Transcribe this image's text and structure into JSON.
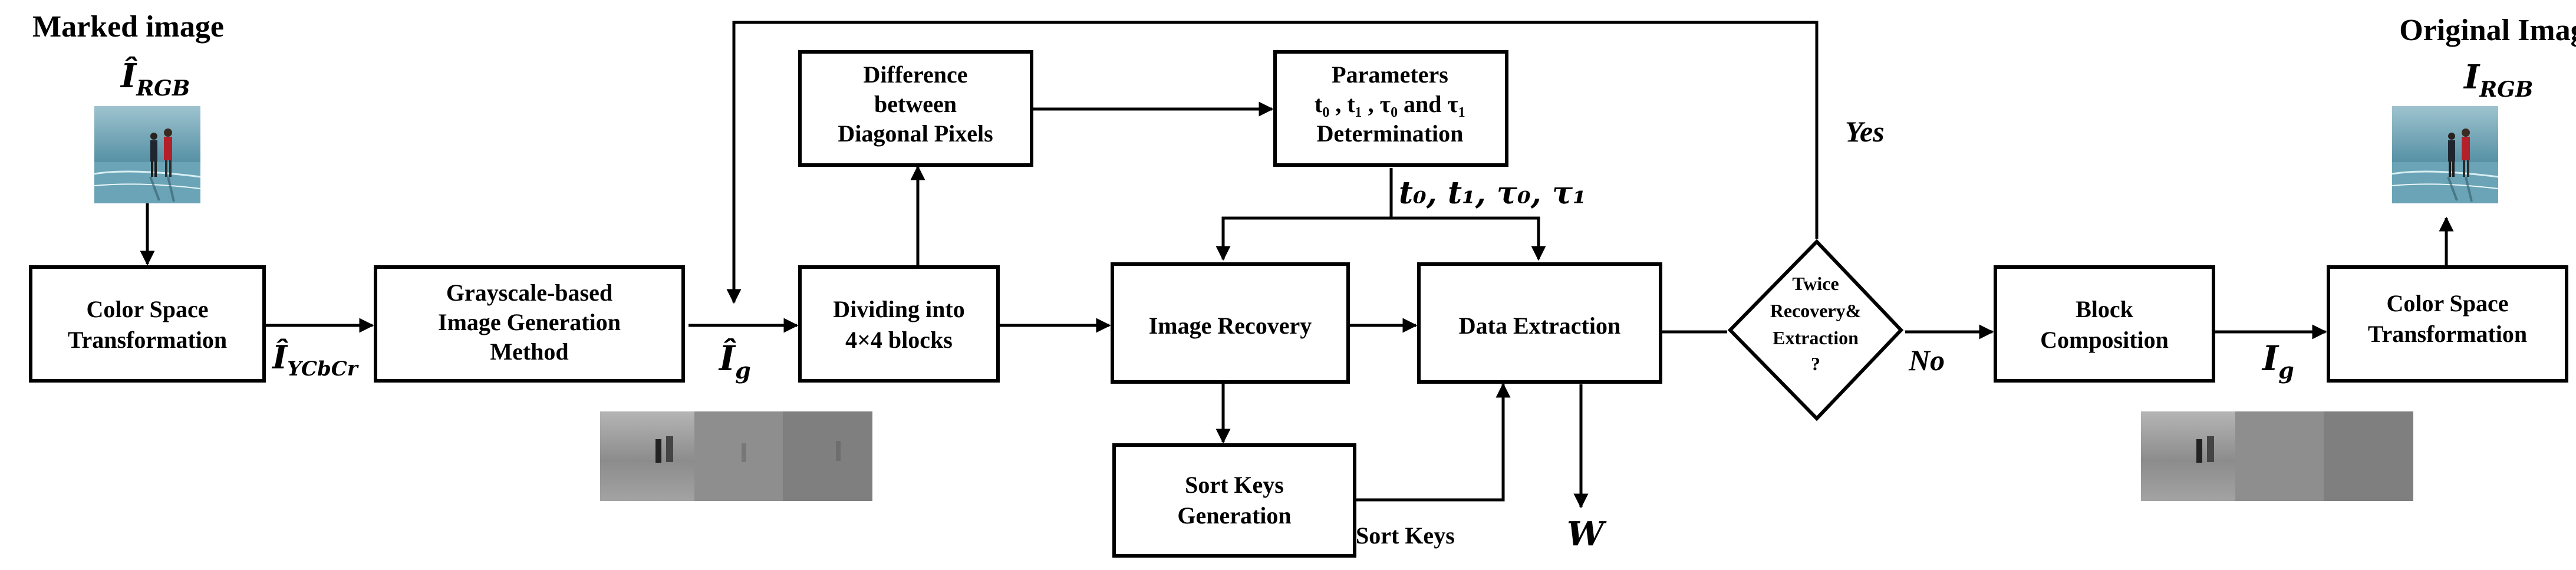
{
  "headings": {
    "marked_image": "Marked image",
    "original_image": "Original Image"
  },
  "symbols": {
    "i_rgb_hat": {
      "base": "Î",
      "sub": "RGB"
    },
    "i_rgb": {
      "base": "I",
      "sub": "RGB"
    },
    "i_ycbcr_hat": {
      "base": "Î",
      "sub": "YCbCr"
    },
    "i_g_hat": {
      "base": "Î",
      "sub": "g"
    },
    "i_g": {
      "base": "I",
      "sub": "g"
    },
    "w": "W",
    "params": "t₀, t₁, τ₀, τ₁"
  },
  "boxes": {
    "color_space_left": [
      "Color Space",
      "Transformation"
    ],
    "grayscale": [
      "Grayscale-based",
      "Image Generation",
      "Method"
    ],
    "dividing": [
      "Dividing into",
      "4×4 blocks"
    ],
    "difference": [
      "Difference",
      "between",
      "Diagonal Pixels"
    ],
    "parameters": [
      "Parameters",
      "t₀ , t₁ , τ₀ and τ₁",
      "Determination"
    ],
    "image_recovery": [
      "Image Recovery"
    ],
    "data_extraction": [
      "Data Extraction"
    ],
    "sort_keys_gen": [
      "Sort Keys",
      "Generation"
    ],
    "decision": [
      "Twice",
      "Recovery&",
      "Extraction",
      "?"
    ],
    "block_composition": [
      "Block",
      "Composition"
    ],
    "color_space_right": [
      "Color Space",
      "Transformation"
    ]
  },
  "edge_labels": {
    "yes": "Yes",
    "no": "No",
    "sort_keys": "Sort Keys"
  },
  "colors": {
    "stroke": "#000000",
    "background": "#ffffff"
  },
  "icons": {
    "marked_photo": "beach-photo-thumbnail",
    "original_photo": "beach-photo-thumbnail",
    "gray_strip_left": "grayscale-strip",
    "gray_strip_right": "grayscale-strip"
  }
}
